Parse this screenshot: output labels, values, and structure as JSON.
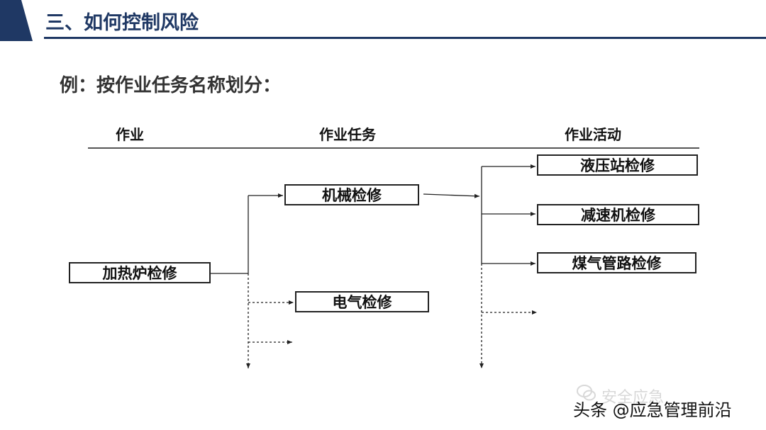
{
  "header": {
    "title": "三、如何控制风险",
    "accent_color": "#1f3864"
  },
  "subtitle": "例：按作业任务名称划分：",
  "columns": {
    "job": "作业",
    "task": "作业任务",
    "activity": "作业活动"
  },
  "nodes": {
    "job": "加热炉检修",
    "task_mechanical": "机械检修",
    "task_electrical": "电气检修",
    "activity_hydraulic": "液压站检修",
    "activity_reducer": "减速机检修",
    "activity_gas_pipe": "煤气管路检修"
  },
  "watermark": {
    "text": "安全应急",
    "icon": "wechat-icon"
  },
  "footer": {
    "credit": "头条 @应急管理前沿"
  }
}
